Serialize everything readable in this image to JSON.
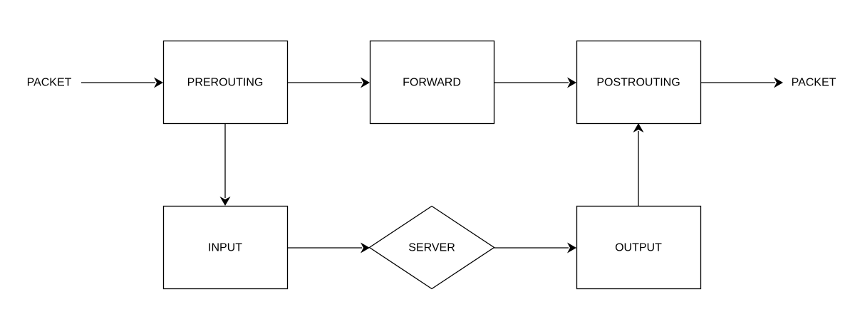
{
  "diagram": {
    "nodes": {
      "packet_in": {
        "label": "PACKET"
      },
      "prerouting": {
        "label": "PREROUTING"
      },
      "forward": {
        "label": "FORWARD"
      },
      "postrouting": {
        "label": "POSTROUTING"
      },
      "packet_out": {
        "label": "PACKET"
      },
      "input": {
        "label": "INPUT"
      },
      "server": {
        "label": "SERVER",
        "shape": "diamond"
      },
      "output": {
        "label": "OUTPUT"
      }
    },
    "edges": [
      {
        "from": "packet_in",
        "to": "prerouting"
      },
      {
        "from": "prerouting",
        "to": "forward"
      },
      {
        "from": "forward",
        "to": "postrouting"
      },
      {
        "from": "postrouting",
        "to": "packet_out"
      },
      {
        "from": "prerouting",
        "to": "input"
      },
      {
        "from": "input",
        "to": "server"
      },
      {
        "from": "server",
        "to": "output"
      },
      {
        "from": "output",
        "to": "postrouting"
      }
    ],
    "colors": {
      "stroke": "#000000",
      "fill": "#ffffff",
      "background": "#ffffff"
    }
  }
}
